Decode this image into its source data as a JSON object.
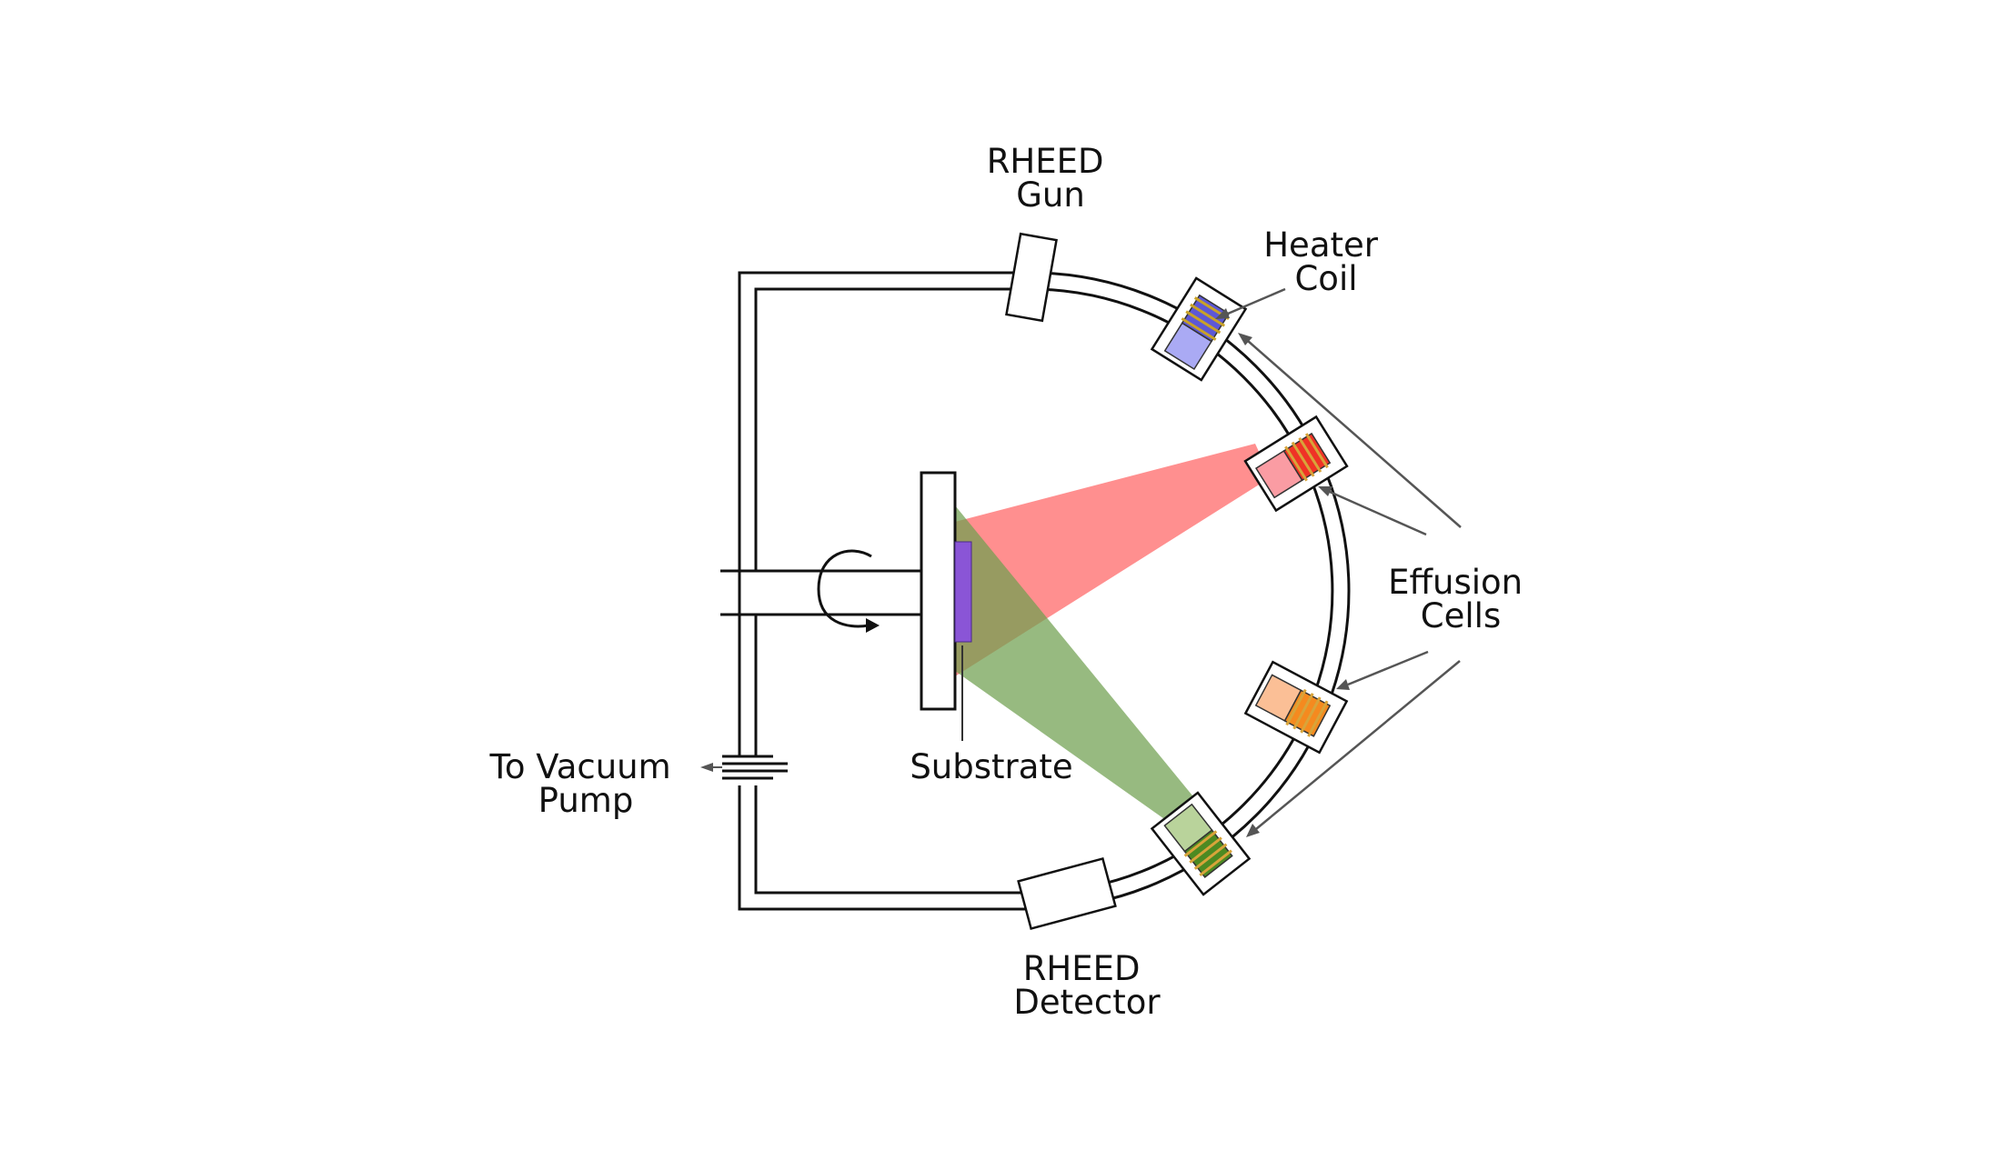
{
  "labels": {
    "rheed_gun": [
      "RHEED",
      "Gun"
    ],
    "heater_coil": [
      "Heater",
      "Coil"
    ],
    "effusion_cells": [
      "Effusion",
      "Cells"
    ],
    "vacuum_pump": [
      "To Vacuum",
      "Pump"
    ],
    "substrate": "Substrate",
    "rheed_detector": [
      "RHEED",
      "Detector"
    ]
  },
  "colors": {
    "chamber_wall": "#111111",
    "beam_red": "#ff6f6f",
    "beam_green": "#6f9f4f",
    "substrate": "#8a55d6",
    "cell_blue": "#aaaaf4",
    "cell_blue_coil": "#5d58d6",
    "cell_red": "#fa9ca3",
    "cell_red_coil": "#ef3326",
    "cell_orange": "#fbbf96",
    "cell_orange_coil": "#f58a1f",
    "cell_green": "#b9d39b",
    "cell_green_coil": "#4c8a22",
    "coil_contacts": "#d8a43a"
  }
}
